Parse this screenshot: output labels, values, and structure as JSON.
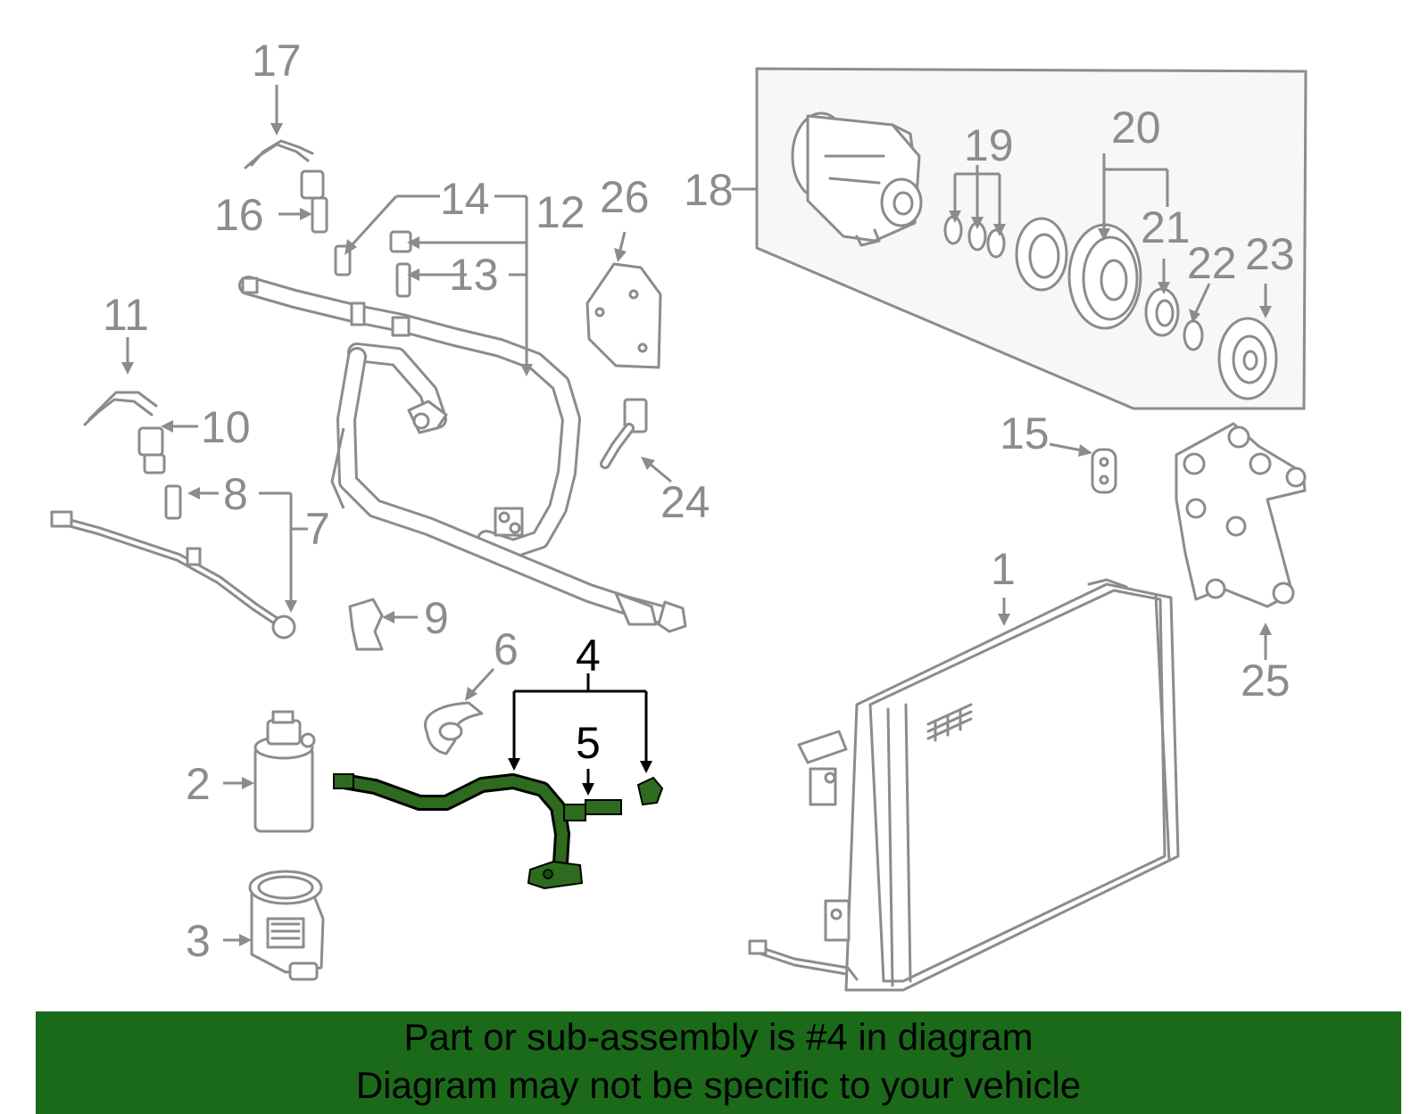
{
  "colors": {
    "line_gray": "#8c8c8c",
    "highlight_part": "#2e6b1e",
    "banner_bg": "#1a6a1a",
    "banner_text": "#000000"
  },
  "callouts": [
    "1",
    "2",
    "3",
    "4",
    "5",
    "6",
    "7",
    "8",
    "9",
    "10",
    "11",
    "12",
    "13",
    "14",
    "15",
    "16",
    "17",
    "18",
    "19",
    "20",
    "21",
    "22",
    "23",
    "24",
    "25",
    "26"
  ],
  "highlighted_callout": "4",
  "banner": {
    "line1": "Part or sub-assembly is #4 in diagram",
    "line2": "Diagram may not be specific to your vehicle"
  }
}
